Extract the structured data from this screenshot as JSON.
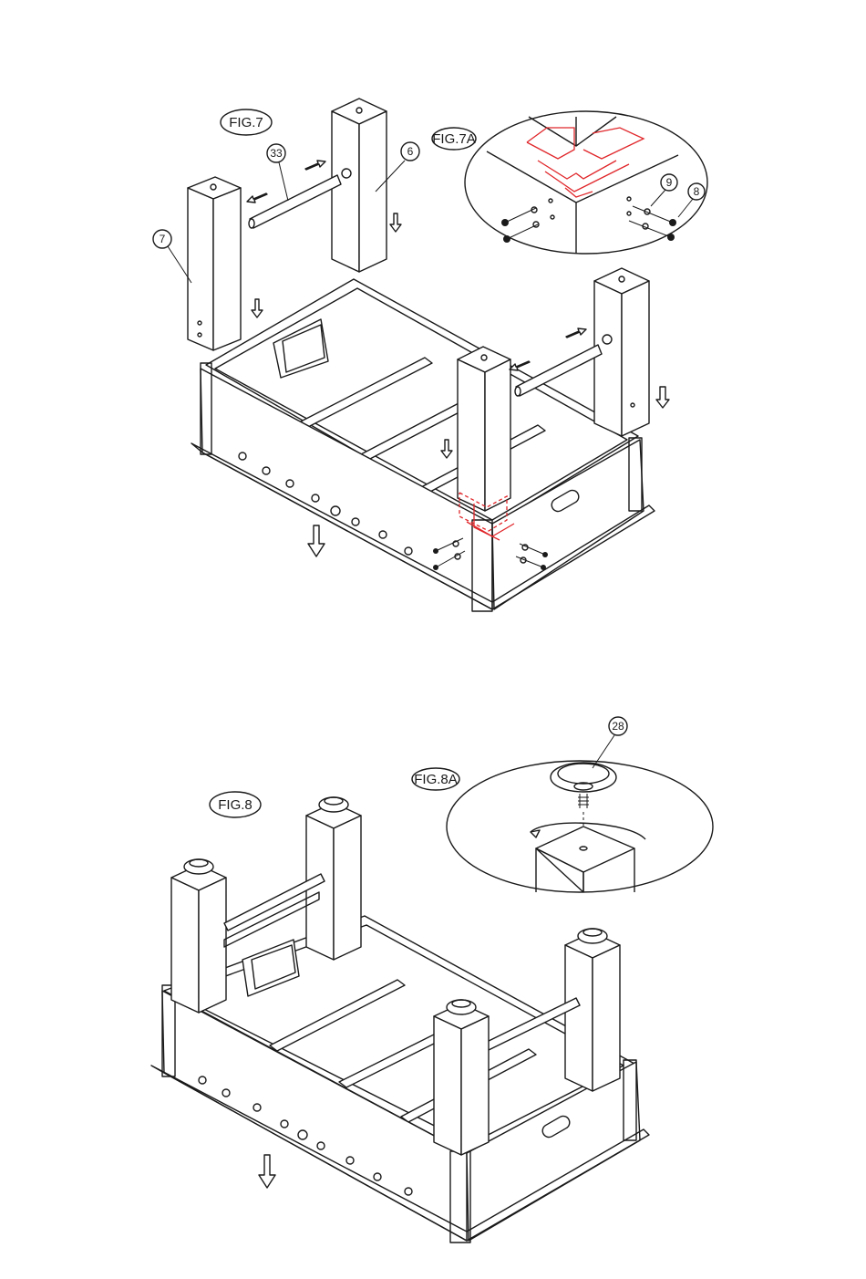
{
  "figures": [
    {
      "id": "fig7",
      "label": "FIG.7"
    },
    {
      "id": "fig7a",
      "label": "FIG.7A"
    },
    {
      "id": "fig8",
      "label": "FIG.8"
    },
    {
      "id": "fig8a",
      "label": "FIG.8A"
    }
  ],
  "parts": {
    "p33": "33",
    "p6": "6",
    "p7": "7",
    "p9": "9",
    "p8": "8",
    "p28": "28"
  },
  "colors": {
    "line": "#1a1a1a",
    "highlight": "#e0262a",
    "background": "#ffffff"
  }
}
